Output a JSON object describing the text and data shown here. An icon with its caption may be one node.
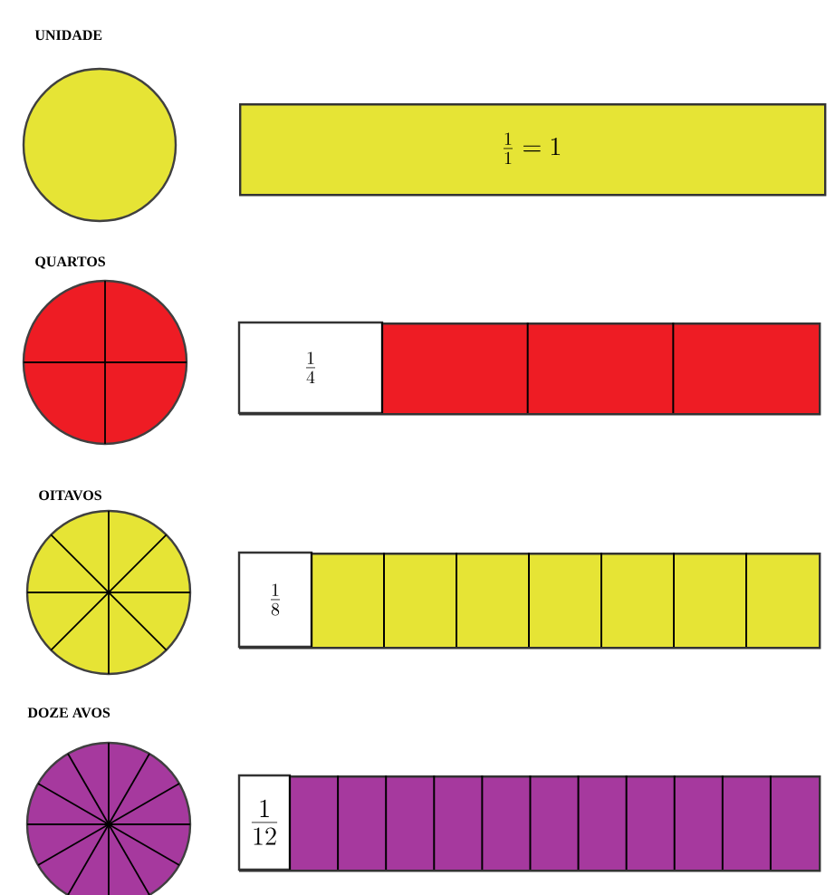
{
  "diagram": {
    "nodes": [
      {
        "text": [
          "UNIDADE"
        ]
      },
      {
        "text": [
          "\\frac{1}{1} = 1"
        ]
      },
      {
        "text": [
          "QUARTOS"
        ]
      },
      {
        "text": [
          "\\frac{1}{4}"
        ]
      },
      {
        "text": [
          "OITAVOS"
        ]
      },
      {
        "text": [
          "\\frac{1}{8}"
        ]
      },
      {
        "text": [
          "DOZE AVOS"
        ]
      },
      {
        "text": [
          "\\frac{1}{12}"
        ]
      }
    ],
    "edges": []
  }
}
